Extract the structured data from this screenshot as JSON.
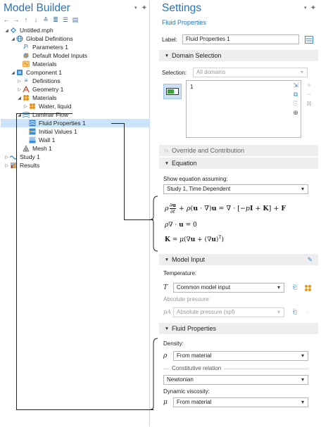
{
  "model_builder": {
    "title": "Model Builder",
    "toolbar_icons": [
      "arrow-left-icon",
      "arrow-right-icon",
      "arrow-up-icon",
      "arrow-down-icon",
      "show-more-icon",
      "expand-icon",
      "collapse-icon",
      "tree-view-icon"
    ],
    "tree": [
      {
        "label": "Untitled.mph",
        "level": 0,
        "twisty": "open",
        "icon": "model-icon"
      },
      {
        "label": "Global Definitions",
        "level": 1,
        "twisty": "open",
        "icon": "globe-icon"
      },
      {
        "label": "Parameters 1",
        "level": 2,
        "twisty": "",
        "icon": "parameters-icon"
      },
      {
        "label": "Default Model Inputs",
        "level": 2,
        "twisty": "",
        "icon": "model-inputs-icon"
      },
      {
        "label": "Materials",
        "level": 2,
        "twisty": "",
        "icon": "materials-icon"
      },
      {
        "label": "Component 1",
        "level": 1,
        "twisty": "open",
        "icon": "component-icon"
      },
      {
        "label": "Definitions",
        "level": 2,
        "twisty": "closed",
        "icon": "definitions-icon"
      },
      {
        "label": "Geometry 1",
        "level": 2,
        "twisty": "closed",
        "icon": "geometry-icon"
      },
      {
        "label": "Materials",
        "level": 2,
        "twisty": "open",
        "icon": "materials-icon"
      },
      {
        "label": "Water, liquid",
        "level": 3,
        "twisty": "closed",
        "icon": "material-icon"
      },
      {
        "label": "Laminar Flow",
        "level": 2,
        "twisty": "open",
        "icon": "flow-icon"
      },
      {
        "label": "Fluid Properties 1",
        "level": 3,
        "twisty": "",
        "icon": "fluid-properties-icon",
        "selected": true
      },
      {
        "label": "Initial Values 1",
        "level": 3,
        "twisty": "",
        "icon": "initial-values-icon"
      },
      {
        "label": "Wall 1",
        "level": 3,
        "twisty": "",
        "icon": "wall-icon"
      },
      {
        "label": "Mesh 1",
        "level": 2,
        "twisty": "",
        "icon": "mesh-icon"
      },
      {
        "label": "Study 1",
        "level": 0,
        "twisty": "closed",
        "icon": "study-icon"
      },
      {
        "label": "Results",
        "level": 0,
        "twisty": "closed",
        "icon": "results-icon"
      }
    ]
  },
  "settings": {
    "title": "Settings",
    "subtitle": "Fluid Properties",
    "label_caption": "Label:",
    "label_value": "Fluid Properties 1",
    "domain_selection": {
      "header": "Domain Selection",
      "selection_caption": "Selection:",
      "selection_value": "All domains",
      "list_items": [
        "1"
      ]
    },
    "override_header": "Override and Contribution",
    "equation": {
      "header": "Equation",
      "show_caption": "Show equation assuming:",
      "study_value": "Study 1, Time Dependent",
      "eq1": "ρ∂u/∂t + ρ(u · ∇)u = ∇ · [−pI + K] + F",
      "eq2": "ρ∇ · u = 0",
      "eq3": "K = μ(∇u + (∇u)ᵀ)"
    },
    "model_input": {
      "header": "Model Input",
      "temperature_caption": "Temperature:",
      "temperature_symbol": "T",
      "temperature_value": "Common model input",
      "abs_pressure_caption": "Absolute pressure:",
      "abs_pressure_symbol": "pA",
      "abs_pressure_value": "Absolute pressure (spf)"
    },
    "fluid_properties": {
      "header": "Fluid Properties",
      "density_caption": "Density:",
      "density_symbol": "ρ",
      "density_value": "From material",
      "constitutive_caption": "Constitutive relation",
      "constitutive_value": "Newtonian",
      "viscosity_caption": "Dynamic viscosity:",
      "viscosity_symbol": "μ",
      "viscosity_value": "From material"
    }
  },
  "colors": {
    "title_blue": "#2a74b8",
    "selection_blue": "#cce4f7",
    "section_gray": "#eeeeee",
    "materials_orange": "#e8941a"
  }
}
